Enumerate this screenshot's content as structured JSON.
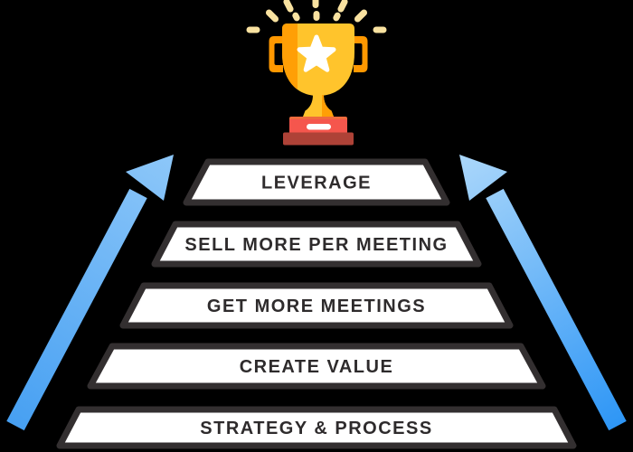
{
  "canvas": {
    "background": "#000000"
  },
  "pyramid": {
    "type": "staircase-pyramid",
    "levels": [
      {
        "label": "LEVERAGE"
      },
      {
        "label": "SELL MORE PER MEETING"
      },
      {
        "label": "GET MORE MEETINGS"
      },
      {
        "label": "CREATE VALUE"
      },
      {
        "label": "STRATEGY & PROCESS"
      }
    ],
    "step_fill": "#FFFFFF",
    "step_outline": "#332F30",
    "label_color": "#2E2B2C"
  },
  "arrows": {
    "left": {
      "direction": "up-right",
      "gradient_start": "#47A0F2",
      "gradient_end": "#8DC7F9"
    },
    "right": {
      "direction": "up-left",
      "gradient_start": "#2E96F6",
      "gradient_end": "#ABD7FA"
    }
  },
  "trophy": {
    "icon": "trophy-icon",
    "cup_color": "#FFC42C",
    "cup_shade": "#FF9F06",
    "handle_color": "#FF9800",
    "star_color": "#FFFFFF",
    "base_top_color": "#F5564D",
    "base_accent_color": "#EF6B3D",
    "base_plate_color": "#FFFFFF",
    "base_bottom_color": "#AE4237",
    "sparkle_color": "#F9E2A0"
  }
}
